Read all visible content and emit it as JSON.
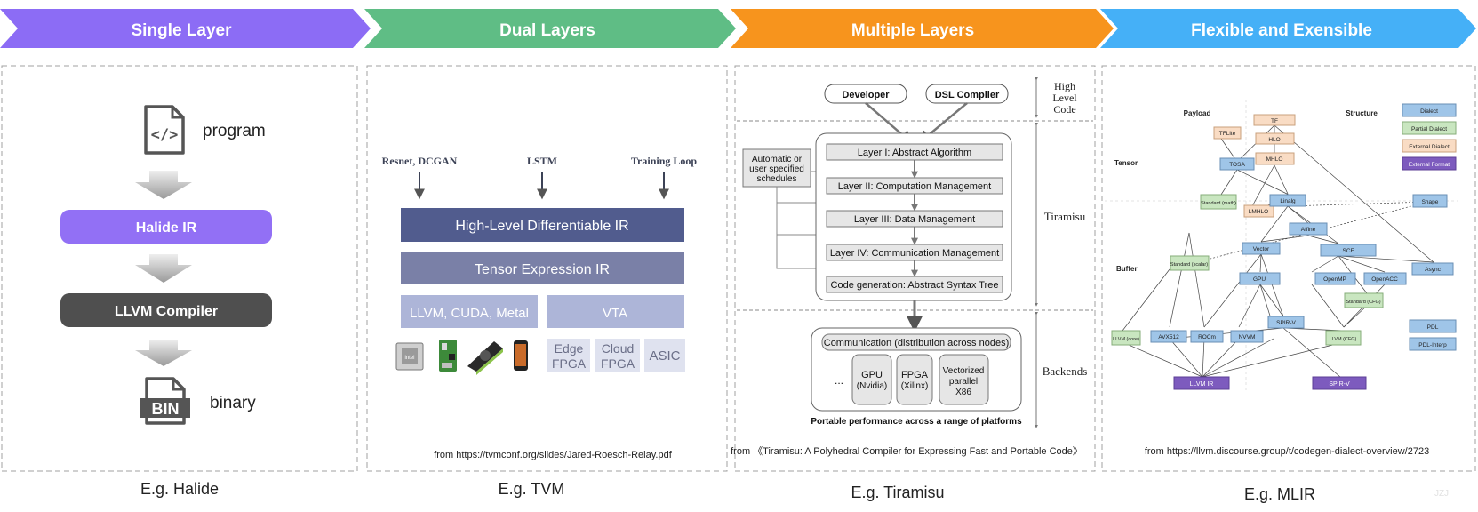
{
  "banner": {
    "stages": [
      {
        "label": "Single Layer",
        "color": "#8c6cf5"
      },
      {
        "label": "Dual Layers",
        "color": "#5fbd85"
      },
      {
        "label": "Multiple Layers",
        "color": "#f7941d"
      },
      {
        "label": "Flexible and Exensible",
        "color": "#45b0f7"
      }
    ]
  },
  "halide": {
    "program_label": "program",
    "halide_ir": "Halide IR",
    "llvm_compiler": "LLVM Compiler",
    "bin_icon_text": "BIN",
    "binary_label": "binary",
    "caption": "E.g. Halide",
    "colors": {
      "halide_ir": "#9270f5",
      "llvm": "#4f4f4f"
    }
  },
  "tvm": {
    "inputs": [
      "Resnet, DCGAN",
      "LSTM",
      "Training Loop"
    ],
    "layer1": "High-Level Differentiable IR",
    "layer2": "Tensor Expression IR",
    "backend_left": "LLVM, CUDA, Metal",
    "backend_right": "VTA",
    "targets": [
      {
        "line1": "Edge",
        "line2": "FPGA"
      },
      {
        "line1": "Cloud",
        "line2": "FPGA"
      },
      {
        "line1": "ASIC",
        "line2": ""
      }
    ],
    "source": "from https://tvmconf.org/slides/Jared-Roesch-Relay.pdf",
    "caption": "E.g. TVM",
    "colors": {
      "layer1": "#515c8e",
      "layer2": "#7a80a7",
      "backend": "#adb5d8",
      "target": "#dfe2ef"
    }
  },
  "tiramisu": {
    "developer": "Developer",
    "dsl_compiler": "DSL Compiler",
    "schedules": [
      "Automatic or",
      "user specified",
      "schedules"
    ],
    "layers": [
      "Layer I: Abstract Algorithm",
      "Layer II: Computation Management",
      "Layer III: Data Management",
      "Layer IV: Communication Management",
      "Code generation: Abstract Syntax Tree"
    ],
    "communication": "Communication (distribution across nodes)",
    "ellipsis": "...",
    "backends": [
      [
        "GPU",
        "(Nvidia)"
      ],
      [
        "FPGA",
        "(Xilinx)"
      ],
      [
        "Vectorized",
        "parallel",
        "X86"
      ]
    ],
    "portable": "Portable performance across a range of platforms",
    "side_labels": {
      "high": [
        "High",
        "Level",
        "Code"
      ],
      "tiramisu": "Tiramisu",
      "backends": "Backends"
    },
    "source": "from 《Tiramisu: A Polyhedral Compiler for Expressing Fast and Portable Code》",
    "caption": "E.g. Tiramisu"
  },
  "mlir": {
    "headers": {
      "payload": "Payload",
      "structure": "Structure",
      "tensor": "Tensor",
      "buffer": "Buffer"
    },
    "legend": [
      {
        "label": "Dialect",
        "color": "#9fc5e8"
      },
      {
        "label": "Partial Dialect",
        "color": "#c9e6c0"
      },
      {
        "label": "External Dialect",
        "color": "#f9dcc4"
      },
      {
        "label": "External Format",
        "color": "#7d5bbe"
      }
    ],
    "nodes": [
      {
        "id": "tf",
        "label": "TF",
        "kind": "ext"
      },
      {
        "id": "tflite",
        "label": "TFLite",
        "kind": "ext"
      },
      {
        "id": "hlo",
        "label": "HLO",
        "kind": "ext"
      },
      {
        "id": "mhlo",
        "label": "MHLO",
        "kind": "ext"
      },
      {
        "id": "tosa",
        "label": "TOSA",
        "kind": "dialect"
      },
      {
        "id": "std_t",
        "label": "Standard (math)",
        "kind": "partial"
      },
      {
        "id": "lmhlo",
        "label": "LMHLO",
        "kind": "ext"
      },
      {
        "id": "linalg",
        "label": "Linalg",
        "kind": "dialect"
      },
      {
        "id": "affine",
        "label": "Affine",
        "kind": "dialect"
      },
      {
        "id": "shape",
        "label": "Shape",
        "kind": "dialect"
      },
      {
        "id": "vector",
        "label": "Vector",
        "kind": "dialect"
      },
      {
        "id": "scf",
        "label": "SCF",
        "kind": "dialect"
      },
      {
        "id": "std_s",
        "label": "Standard (scalar)",
        "kind": "partial"
      },
      {
        "id": "async",
        "label": "Async",
        "kind": "dialect"
      },
      {
        "id": "gpu",
        "label": "GPU",
        "kind": "dialect"
      },
      {
        "id": "openmp",
        "label": "OpenMP",
        "kind": "dialect"
      },
      {
        "id": "openacc",
        "label": "OpenACC",
        "kind": "dialect"
      },
      {
        "id": "std_cfg",
        "label": "Standard (CFG)",
        "kind": "partial"
      },
      {
        "id": "spirv",
        "label": "SPIR-V",
        "kind": "dialect"
      },
      {
        "id": "pdl",
        "label": "PDL",
        "kind": "dialect"
      },
      {
        "id": "pdlinterp",
        "label": "PDL-Interp",
        "kind": "dialect"
      },
      {
        "id": "llvm_core",
        "label": "LLVM (core)",
        "kind": "dialect"
      },
      {
        "id": "avx512",
        "label": "AVX512",
        "kind": "dialect"
      },
      {
        "id": "rocm",
        "label": "ROCm",
        "kind": "dialect"
      },
      {
        "id": "nvvm",
        "label": "NVVM",
        "kind": "dialect"
      },
      {
        "id": "llvm_cfg",
        "label": "LLVM (CFG)",
        "kind": "partial"
      },
      {
        "id": "llvm_ir",
        "label": "LLVM IR",
        "kind": "format"
      },
      {
        "id": "spirv_out",
        "label": "SPIR-V",
        "kind": "format"
      }
    ],
    "source": "from https://llvm.discourse.group/t/codegen-dialect-overview/2723",
    "caption": "E.g. MLIR",
    "watermark": "JZJ"
  }
}
